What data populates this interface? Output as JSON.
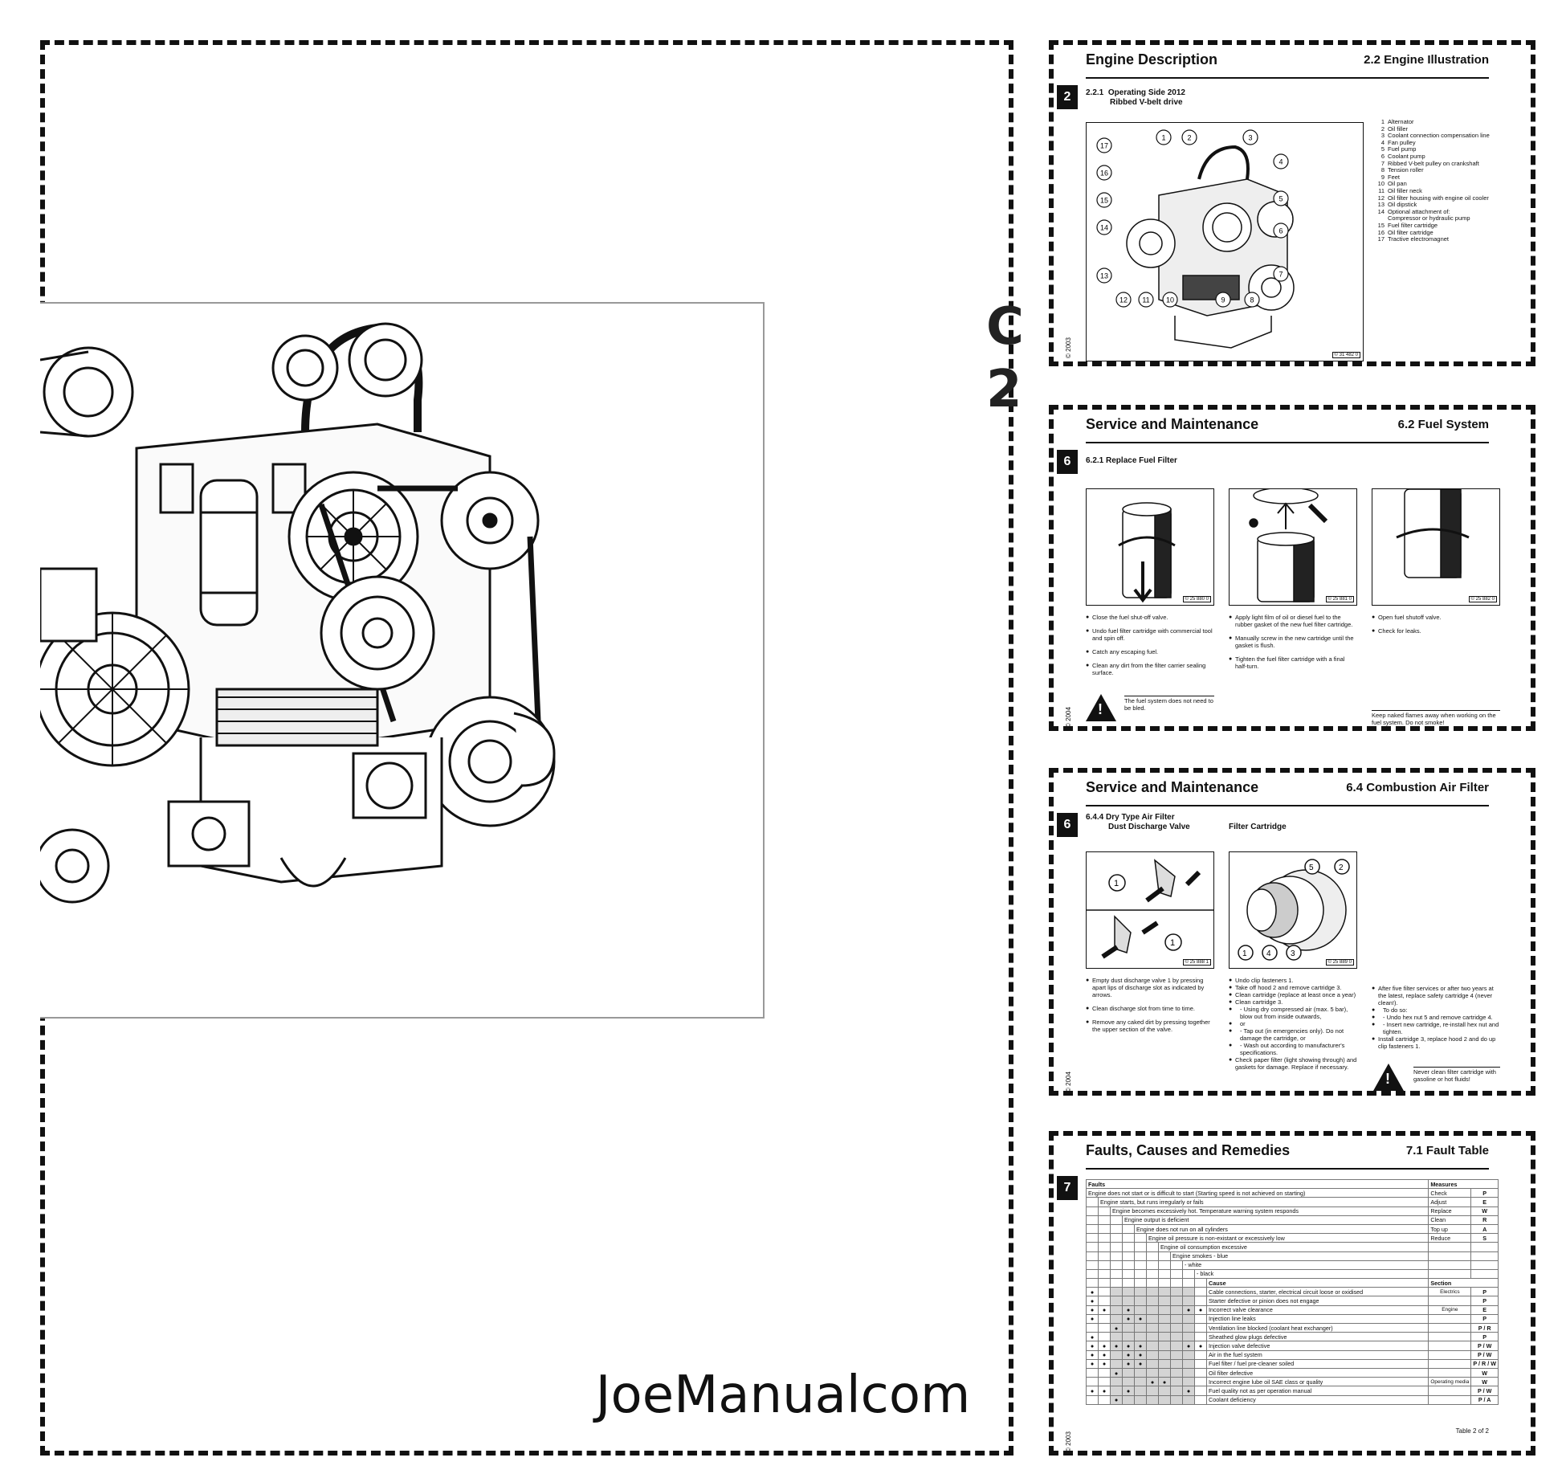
{
  "brand": "JoeManualcom",
  "edge_glyphs": [
    "C",
    "2"
  ],
  "panels": {
    "engine": {
      "chapter": "2",
      "title": "Engine Description",
      "section": "2.2 Engine Illustration",
      "subsection_num": "2.2.1",
      "subsection_line1": "Operating Side 2012",
      "subsection_line2": "Ribbed V-belt drive",
      "copyright": "© 2003",
      "figure_ref": "© 31 482 0",
      "legend": [
        {
          "n": "1",
          "t": "Alternator"
        },
        {
          "n": "2",
          "t": "Oil filler"
        },
        {
          "n": "3",
          "t": "Coolant connection compensation line"
        },
        {
          "n": "4",
          "t": "Fan pulley"
        },
        {
          "n": "5",
          "t": "Fuel pump"
        },
        {
          "n": "6",
          "t": "Coolant pump"
        },
        {
          "n": "7",
          "t": "Ribbed V-belt pulley on crankshaft"
        },
        {
          "n": "8",
          "t": "Tension roller"
        },
        {
          "n": "9",
          "t": "Feet"
        },
        {
          "n": "10",
          "t": "Oil pan"
        },
        {
          "n": "11",
          "t": "Oil filler neck"
        },
        {
          "n": "12",
          "t": "Oil filter housing with engine oil cooler"
        },
        {
          "n": "13",
          "t": "Oil dipstick"
        },
        {
          "n": "14",
          "t": "Optional attachment of:"
        },
        {
          "n": "",
          "t": "Compressor or hydraulic pump"
        },
        {
          "n": "15",
          "t": "Fuel filter cartridge"
        },
        {
          "n": "16",
          "t": "Oil filter cartridge"
        },
        {
          "n": "17",
          "t": "Tractive electromagnet"
        }
      ],
      "callouts": [
        "17",
        "1",
        "2",
        "3",
        "4",
        "16",
        "5",
        "15",
        "14",
        "6",
        "13",
        "7",
        "12",
        "11",
        "10",
        "9",
        "8"
      ]
    },
    "fuel": {
      "chapter": "6",
      "title": "Service and Maintenance",
      "section": "6.2  Fuel System",
      "subsection": "6.2.1    Replace Fuel Filter",
      "copyright": "© 2004",
      "refs": [
        "© 25 880 0",
        "© 25 881 0",
        "© 25 882 0"
      ],
      "col1": [
        "Close the fuel shut-off valve.",
        "Undo fuel filter cartridge with commercial tool and spin off.",
        "Catch any escaping fuel.",
        "Clean any dirt from the filter carrier sealing surface."
      ],
      "col2": [
        "Apply light film of oil or diesel fuel to the rubber gasket of the new fuel filter cartridge.",
        "Manually screw in the new cartridge until the gasket is flush.",
        "Tighten the fuel filter cartridge with a final half-turn."
      ],
      "col3": [
        "Open fuel shutoff valve.",
        "Check for leaks."
      ],
      "warn_left": "The fuel system does not need to be bled.",
      "warn_right": "Keep naked flames away when working on the fuel system. Do not smoke!"
    },
    "air": {
      "chapter": "6",
      "title": "Service and Maintenance",
      "section": "6.4  Combustion Air Filter",
      "subsection_line1": "6.4.4    Dry Type Air Filter",
      "subsection_line2": "Dust Discharge Valve",
      "subsection_b": "Filter Cartridge",
      "copyright": "© 2004",
      "refs": [
        "© 25 888 1",
        "© 25 889 0"
      ],
      "col1": [
        "Empty dust discharge valve 1 by pressing apart lips of discharge slot as indicated by arrows.",
        "Clean discharge slot from time to time.",
        "Remove any caked dirt by pressing together the upper section of the valve."
      ],
      "col2": [
        "Undo clip fasteners 1.",
        "Take off hood 2 and remove cartridge 3.",
        "Clean cartridge (replace at least once a year)",
        "Clean cartridge 3.",
        "- Using dry compressed air (max. 5 bar), blow out from inside outwards,",
        "or",
        "- Tap out (in emergencies only). Do not damage the cartridge, or",
        "- Wash out according to manufacturer's specifications.",
        "Check paper filter (light showing through) and gaskets for damage. Replace if necessary."
      ],
      "col3": [
        "After five filter services or after two years at the latest, replace safety cartridge 4 (never clean!).",
        "To do so:",
        "- Undo hex nut 5 and remove cartridge 4.",
        "- Insert new cartridge, re-install hex nut and tighten.",
        "Install cartridge 3, replace hood 2 and do up clip fasteners 1."
      ],
      "warn": "Never clean filter cartridge with gasoline or hot fluids!",
      "callouts_a": [
        "1",
        "1"
      ],
      "callouts_b": [
        "5",
        "2",
        "1",
        "4",
        "3"
      ]
    },
    "faults": {
      "chapter": "7",
      "title": "Faults, Causes and Remedies",
      "section": "7.1 Fault Table",
      "copyright": "© 2003",
      "table_note": "Table 2 of 2",
      "faults_header": "Faults",
      "measures_header": "Measures",
      "fault_rows": [
        "Engine does not start or is difficult to start (Starting speed is not achieved on starting)",
        "Engine starts, but runs irregularly or fails",
        "Engine becomes excessively hot. Temperature warning system responds",
        "Engine output is deficient",
        "Engine does not run on all cylinders",
        "Engine oil pressure is non-existant or excessively low",
        "Engine oil consumption excessive",
        "Engine smokes - blue",
        "- white",
        "- black"
      ],
      "measures": [
        {
          "name": "Check",
          "code": "P"
        },
        {
          "name": "Adjust",
          "code": "E"
        },
        {
          "name": "Replace",
          "code": "W"
        },
        {
          "name": "Clean",
          "code": "R"
        },
        {
          "name": "Top up",
          "code": "A"
        },
        {
          "name": "Reduce",
          "code": "S"
        }
      ],
      "cause_header": "Cause",
      "section_header": "Section",
      "causes": [
        {
          "text": "Cable connections, starter, electrical circuit loose or oxidised",
          "section": "Electrics",
          "code": "P",
          "dots": [
            1,
            0,
            0,
            0,
            0,
            0,
            0,
            0,
            0,
            0
          ]
        },
        {
          "text": "Starter defective or pinion does not engage",
          "section": "",
          "code": "P",
          "dots": [
            1,
            0,
            0,
            0,
            0,
            0,
            0,
            0,
            0,
            0
          ]
        },
        {
          "text": "Incorrect valve clearance",
          "section": "Engine",
          "code": "E",
          "dots": [
            1,
            1,
            0,
            1,
            0,
            0,
            0,
            0,
            1,
            1
          ]
        },
        {
          "text": "Injection line leaks",
          "section": "",
          "code": "P",
          "dots": [
            1,
            0,
            0,
            1,
            1,
            0,
            0,
            0,
            0,
            0
          ]
        },
        {
          "text": "Ventilation line blocked (coolant heat exchanger)",
          "section": "",
          "code": "P / R",
          "dots": [
            0,
            0,
            1,
            0,
            0,
            0,
            0,
            0,
            0,
            0
          ]
        },
        {
          "text": "Sheathed glow plugs defective",
          "section": "",
          "code": "P",
          "dots": [
            1,
            0,
            0,
            0,
            0,
            0,
            0,
            0,
            0,
            0
          ]
        },
        {
          "text": "Injection valve defective",
          "section": "",
          "code": "P / W",
          "dots": [
            1,
            1,
            1,
            1,
            1,
            0,
            0,
            0,
            1,
            1
          ]
        },
        {
          "text": "Air in the fuel system",
          "section": "",
          "code": "P / W",
          "dots": [
            1,
            1,
            0,
            1,
            1,
            0,
            0,
            0,
            0,
            0
          ]
        },
        {
          "text": "Fuel filter / fuel pre-cleaner soiled",
          "section": "",
          "code": "P / R / W",
          "dots": [
            1,
            1,
            0,
            1,
            1,
            0,
            0,
            0,
            0,
            0
          ]
        },
        {
          "text": "Oil filter defective",
          "section": "",
          "code": "W",
          "dots": [
            0,
            0,
            1,
            0,
            0,
            0,
            0,
            0,
            0,
            0
          ]
        },
        {
          "text": "Incorrect engine lube oil SAE class or quality",
          "section": "Operating media",
          "code": "W",
          "dots": [
            0,
            0,
            0,
            0,
            0,
            1,
            1,
            0,
            0,
            0
          ]
        },
        {
          "text": "Fuel quality not as per operation manual",
          "section": "",
          "code": "P / W",
          "dots": [
            1,
            1,
            0,
            1,
            0,
            0,
            0,
            0,
            1,
            0
          ]
        },
        {
          "text": "Coolant deficiency",
          "section": "",
          "code": "P / A",
          "dots": [
            0,
            0,
            1,
            0,
            0,
            0,
            0,
            0,
            0,
            0
          ]
        }
      ]
    }
  }
}
